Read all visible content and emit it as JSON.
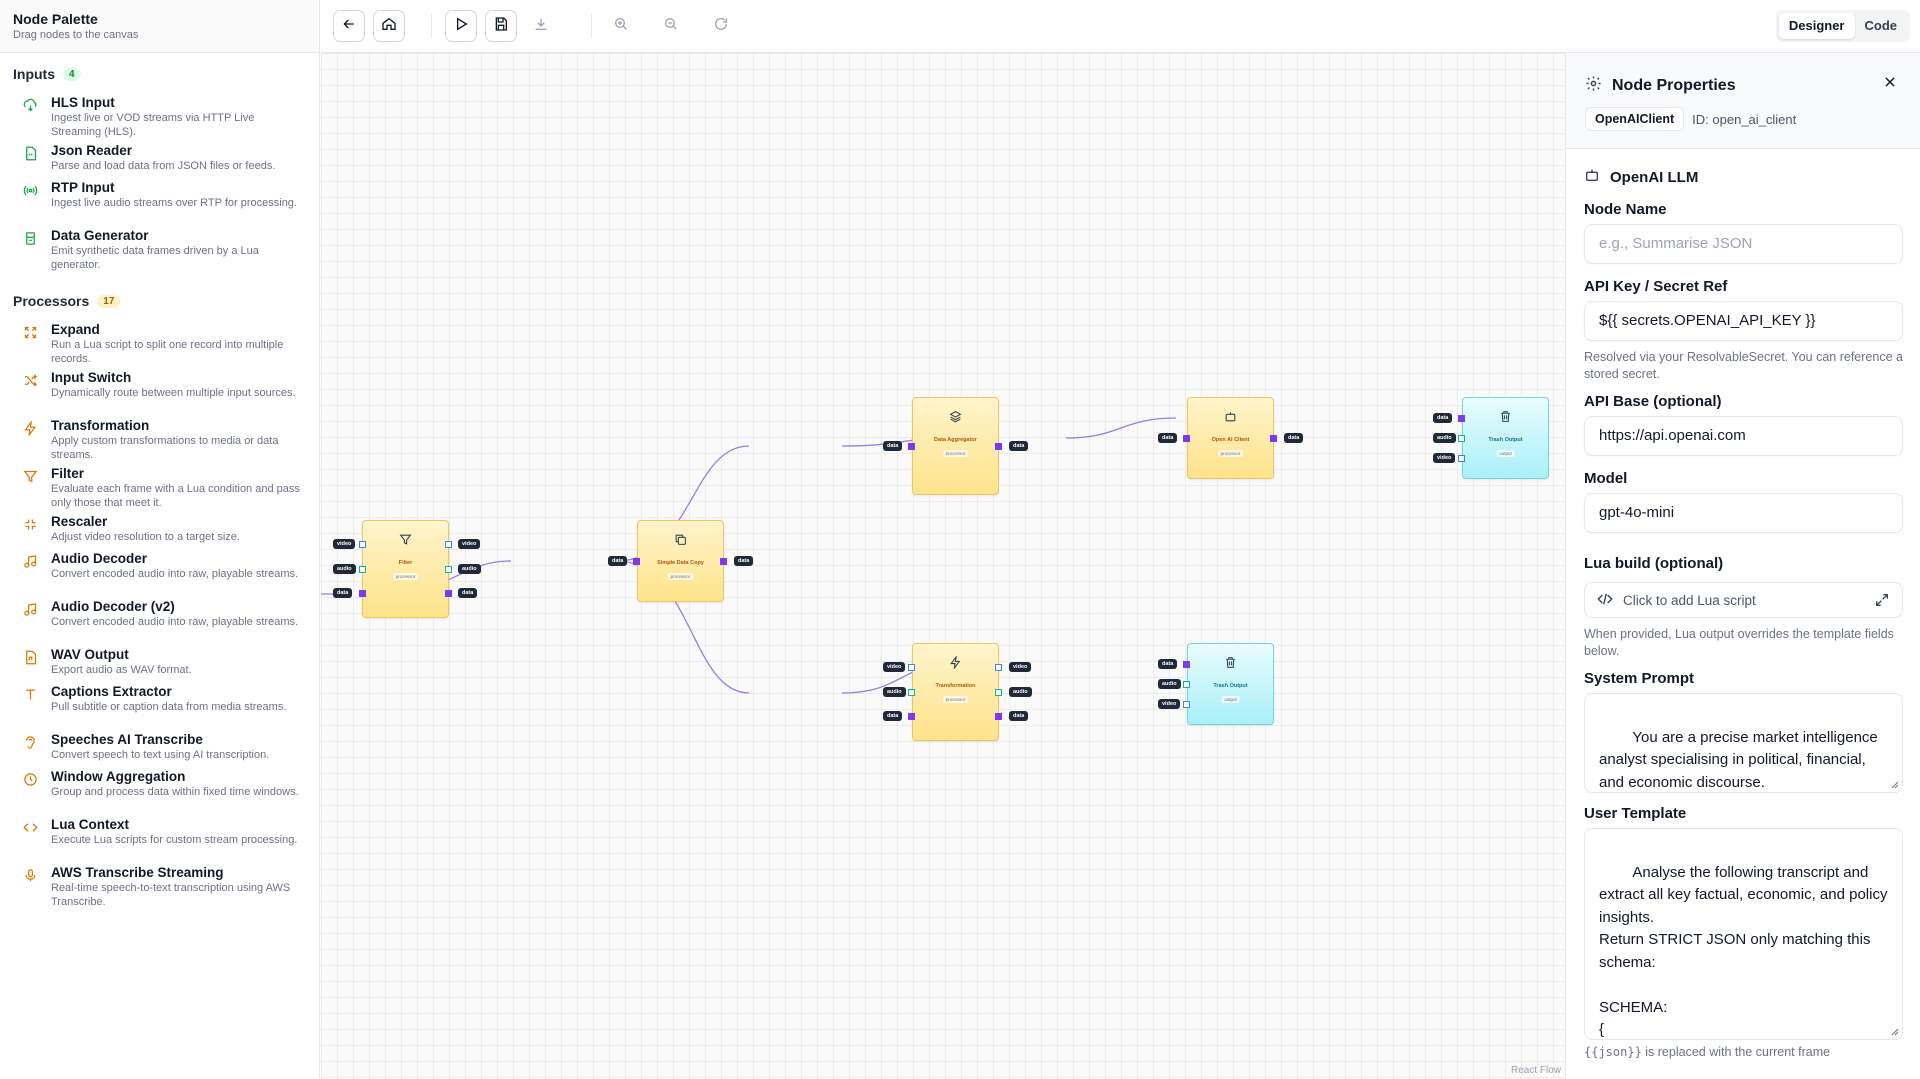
{
  "sidebar": {
    "title": "Node Palette",
    "subtitle": "Drag nodes to the canvas",
    "sections": [
      {
        "label": "Inputs",
        "count": "4",
        "items": [
          {
            "name": "HLS Input",
            "desc": "Ingest live or VOD streams via HTTP Live Streaming (HLS)."
          },
          {
            "name": "Json Reader",
            "desc": "Parse and load data from JSON files or feeds."
          },
          {
            "name": "RTP Input",
            "desc": "Ingest live audio streams over RTP for processing."
          },
          {
            "name": "Data Generator",
            "desc": "Emit synthetic data frames driven by a Lua generator."
          }
        ]
      },
      {
        "label": "Processors",
        "count": "17",
        "items": [
          {
            "name": "Expand",
            "desc": "Run a Lua script to split one record into multiple records."
          },
          {
            "name": "Input Switch",
            "desc": "Dynamically route between multiple input sources."
          },
          {
            "name": "Transformation",
            "desc": "Apply custom transformations to media or data streams."
          },
          {
            "name": "Filter",
            "desc": "Evaluate each frame with a Lua condition and pass only those that meet it."
          },
          {
            "name": "Rescaler",
            "desc": "Adjust video resolution to a target size."
          },
          {
            "name": "Audio Decoder",
            "desc": "Convert encoded audio into raw, playable streams."
          },
          {
            "name": "Audio Decoder (v2)",
            "desc": "Convert encoded audio into raw, playable streams."
          },
          {
            "name": "WAV Output",
            "desc": "Export audio as WAV format."
          },
          {
            "name": "Captions Extractor",
            "desc": "Pull subtitle or caption data from media streams."
          },
          {
            "name": "Speeches AI Transcribe",
            "desc": "Convert speech to text using AI transcription."
          },
          {
            "name": "Window Aggregation",
            "desc": "Group and process data within fixed time windows."
          },
          {
            "name": "Lua Context",
            "desc": "Execute Lua scripts for custom stream processing."
          },
          {
            "name": "AWS Transcribe Streaming",
            "desc": "Real-time speech-to-text transcription using AWS Transcribe."
          }
        ]
      }
    ]
  },
  "toolbar": {
    "modes": [
      "Designer",
      "Code"
    ],
    "active_mode": "Designer"
  },
  "canvas": {
    "nodes": {
      "filter": {
        "title": "Filter",
        "type": "processor"
      },
      "copy": {
        "title": "Simple Data Copy",
        "type": "processor"
      },
      "aggregator": {
        "title": "Data Aggregator",
        "type": "processor"
      },
      "openai": {
        "title": "Open AI Client",
        "type": "processor"
      },
      "trash1": {
        "title": "Trash Output",
        "type": "output"
      },
      "transform": {
        "title": "Transformation",
        "type": "processor"
      },
      "trash2": {
        "title": "Trash Output",
        "type": "output"
      }
    },
    "ports": {
      "video": "video",
      "audio": "audio",
      "data": "data"
    },
    "attribution": "React Flow"
  },
  "properties": {
    "title": "Node Properties",
    "node_kind": "OpenAIClient",
    "node_id": "ID: open_ai_client",
    "section": "OpenAI LLM",
    "node_name_label": "Node Name",
    "node_name_placeholder": "e.g., Summarise JSON",
    "api_key_label": "API Key / Secret Ref",
    "api_key_value": "${{ secrets.OPENAI_API_KEY }}",
    "api_key_help": "Resolved via your ResolvableSecret. You can reference a stored secret.",
    "api_base_label": "API Base (optional)",
    "api_base_value": "https://api.openai.com",
    "model_label": "Model",
    "model_value": "gpt-4o-mini",
    "lua_label": "Lua build (optional)",
    "lua_placeholder": "Click to add Lua script",
    "lua_help": "When provided, Lua output overrides the template fields below.",
    "system_prompt_label": "System Prompt",
    "system_prompt_value": "You are a precise market intelligence analyst specialising in political, financial, and economic discourse.\nYour task is to extract structured",
    "user_template_label": "User Template",
    "user_template_value": "Analyse the following transcript and extract all key factual, economic, and policy insights.\nReturn STRICT JSON only matching this schema:\n\nSCHEMA:\n{\n  \"summary\": \"string\",",
    "template_help_code": "{{json}}",
    "template_help_text": " is replaced with the current frame"
  }
}
